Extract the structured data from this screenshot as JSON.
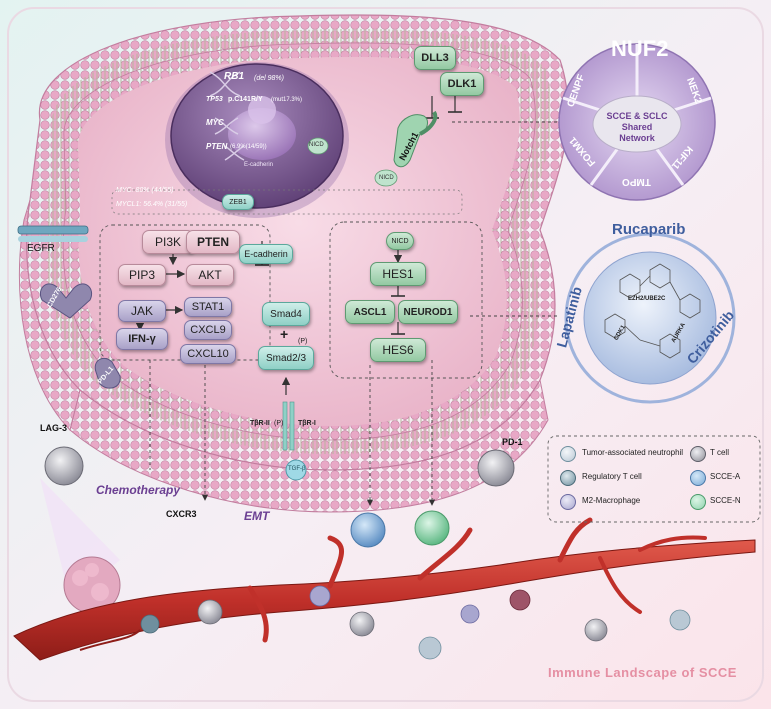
{
  "nucleus": {
    "rb1": "RB1",
    "rb1_note": "(del 98%)",
    "tp53": "TP53",
    "tp53_note": "p.C141R/Y",
    "tp53_freq": "(mut17.3%)",
    "myc": "MYC",
    "pten": "PTEN",
    "pten_note": "(6.9%(14/59))",
    "ecad_label": "E-cadherin"
  },
  "amp_text": {
    "myc": "MYC: 80% (44/55)",
    "mycl1": "MYCL1: 56.4% (31/55)"
  },
  "receptors": {
    "egfr": "EGFR",
    "cd276": "CD276",
    "pdl1": "PD-L1",
    "lag3": "LAG-3",
    "pd1": "PD-1",
    "cxcr3": "CXCR3",
    "tgfb": "TGF-β",
    "tbr2": "TβR-II",
    "tbr1": "TβR-I",
    "p_tag": "(P)"
  },
  "pathway": {
    "pi3k": "PI3K",
    "pten": "PTEN",
    "pip3": "PIP3",
    "akt": "AKT",
    "jak": "JAK",
    "stat1": "STAT1",
    "ifng": "IFN-γ",
    "cxcl9": "CXCL9",
    "cxcl10": "CXCL10",
    "ecadherin": "E-cadherin",
    "zeb1": "ZEB1",
    "smad4": "Smad4",
    "plus": "+",
    "smad23": "Smad2/3",
    "p_mark": "(P)"
  },
  "notch": {
    "dll3": "DLL3",
    "dlk1": "DLK1",
    "notch1": "Notch1",
    "nicd": "NICD",
    "hes1": "HES1",
    "ascl1": "ASCL1",
    "neurod1": "NEUROD1",
    "hes6": "HES6"
  },
  "network": {
    "center": "SCCE & SCLC Shared Network",
    "top": "NUF2",
    "segments": [
      "NEK2",
      "KIF11",
      "TMPO",
      "FOXM1",
      "CENPF"
    ]
  },
  "drugs": {
    "top": "Rucaparib",
    "left": "Lapatinib",
    "right": "Crizotinib",
    "targets": [
      "EZH2/UBE2C",
      "CDK1",
      "AURKA"
    ]
  },
  "annotations": {
    "chemotherapy": "Chemotherapy",
    "emt": "EMT",
    "footer": "Immune Landscape of SCCE"
  },
  "legend": [
    {
      "label": "Tumor-associated neutrophil",
      "color": "#b9c8d4"
    },
    {
      "label": "T cell",
      "color": "#8d8d96"
    },
    {
      "label": "Regulatory T cell",
      "color": "#6f8f9e"
    },
    {
      "label": "SCCE-A",
      "color": "#7aaad6"
    },
    {
      "label": "M2-Macrophage",
      "color": "#a8a6cf"
    },
    {
      "label": "SCCE-N",
      "color": "#8fd3ad"
    }
  ],
  "colors": {
    "membrane": "#e6a9c4",
    "cytoplasm": "#f3c9d9",
    "nucleus": "#7d5e93",
    "vessel": "#c0302a",
    "accent": "#6b3f92"
  }
}
